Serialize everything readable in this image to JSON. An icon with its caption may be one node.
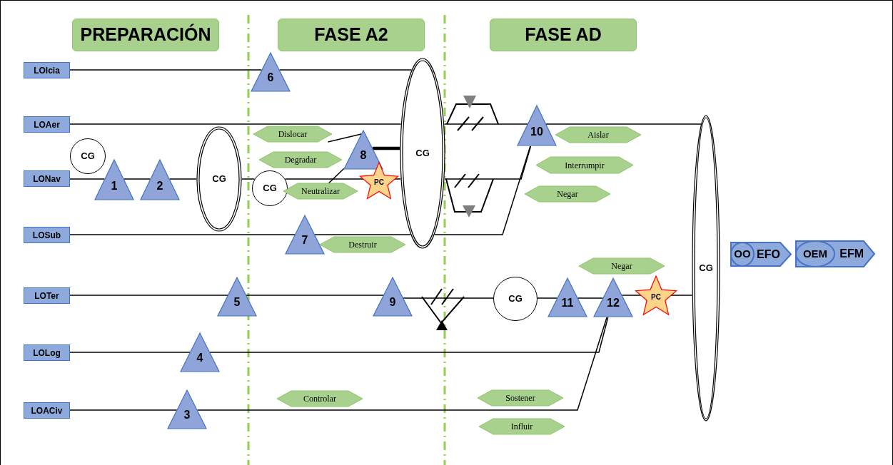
{
  "diagram": {
    "nodes": [
      {
        "text": [
          "PREPARACIÓN"
        ]
      },
      {
        "text": [
          "FASE A2"
        ]
      },
      {
        "text": [
          "FASE AD"
        ]
      },
      {
        "text": [
          "LOIcia"
        ]
      },
      {
        "text": [
          "LOAer"
        ]
      },
      {
        "text": [
          "LONav"
        ]
      },
      {
        "text": [
          "LOSub"
        ]
      },
      {
        "text": [
          "LOTer"
        ]
      },
      {
        "text": [
          "LOLog"
        ]
      },
      {
        "text": [
          "LOACiv"
        ]
      },
      {
        "text": [
          "CG"
        ]
      },
      {
        "text": [
          "1"
        ]
      },
      {
        "text": [
          "2"
        ]
      },
      {
        "text": [
          "CG"
        ]
      },
      {
        "text": [
          "6"
        ]
      },
      {
        "text": [
          "Dislocar"
        ]
      },
      {
        "text": [
          "Degradar"
        ]
      },
      {
        "text": [
          "8"
        ]
      },
      {
        "text": [
          "CG"
        ]
      },
      {
        "text": [
          "Neutralizar"
        ]
      },
      {
        "text": [
          "PC"
        ]
      },
      {
        "text": [
          "CG"
        ]
      },
      {
        "text": [
          "7"
        ]
      },
      {
        "text": [
          "Destruir"
        ]
      },
      {
        "text": [
          "10"
        ]
      },
      {
        "text": [
          "Aislar"
        ]
      },
      {
        "text": [
          "Interrumpir"
        ]
      },
      {
        "text": [
          "Negar"
        ]
      },
      {
        "text": [
          "CG"
        ]
      },
      {
        "text": [
          "EFO"
        ]
      },
      {
        "text": [
          "OO"
        ],
        "in": 29
      },
      {
        "text": [
          "EFM"
        ]
      },
      {
        "text": [
          "OEM"
        ],
        "in": 31
      },
      {
        "text": [
          "Negar"
        ]
      },
      {
        "text": [
          "5"
        ]
      },
      {
        "text": [
          "9"
        ]
      },
      {
        "text": [
          "CG"
        ]
      },
      {
        "text": [
          "11"
        ]
      },
      {
        "text": [
          "12"
        ]
      },
      {
        "text": [
          "PC"
        ]
      },
      {
        "text": [
          "4"
        ]
      },
      {
        "text": [
          "Controlar"
        ]
      },
      {
        "text": [
          "Sostener"
        ]
      },
      {
        "text": [
          "Influir"
        ]
      },
      {
        "text": [
          "3"
        ]
      }
    ],
    "edges": [
      {
        "from": 3,
        "to": 14,
        "arrow": "none"
      },
      {
        "from": 14,
        "to": 21,
        "arrow": "none"
      },
      {
        "from": 4,
        "to": 21,
        "arrow": "none"
      },
      {
        "from": 5,
        "to": 11,
        "arrow": "none"
      },
      {
        "from": 11,
        "to": 12,
        "arrow": "none"
      },
      {
        "from": 12,
        "to": 13,
        "arrow": "none"
      },
      {
        "from": 13,
        "to": 18,
        "arrow": "none"
      },
      {
        "from": 18,
        "to": 20,
        "arrow": "none"
      },
      {
        "from": 20,
        "to": 21,
        "arrow": "none"
      },
      {
        "from": 15,
        "to": 17,
        "arrow": "none"
      },
      {
        "from": 17,
        "to": 19,
        "arrow": "none"
      },
      {
        "from": 17,
        "to": 21,
        "arrow": "none",
        "style": "thick"
      },
      {
        "from": 6,
        "to": 22,
        "arrow": "none"
      },
      {
        "from": 22,
        "to": 21,
        "arrow": "none"
      },
      {
        "from": 21,
        "to": 24,
        "arrow": "none"
      },
      {
        "from": 24,
        "to": 28,
        "arrow": "none"
      },
      {
        "from": 21,
        "to": 24,
        "arrow": "none"
      },
      {
        "from": 21,
        "to": 24,
        "arrow": "none"
      },
      {
        "from": 7,
        "to": 34,
        "arrow": "none"
      },
      {
        "from": 34,
        "to": 35,
        "arrow": "none"
      },
      {
        "from": 35,
        "to": 36,
        "arrow": "none"
      },
      {
        "from": 36,
        "to": 37,
        "arrow": "none"
      },
      {
        "from": 37,
        "to": 38,
        "arrow": "none"
      },
      {
        "from": 38,
        "to": 39,
        "arrow": "none"
      },
      {
        "from": 39,
        "to": 28,
        "arrow": "none"
      },
      {
        "from": 8,
        "to": 40,
        "arrow": "none"
      },
      {
        "from": 40,
        "to": 38,
        "arrow": "none"
      },
      {
        "from": 9,
        "to": 44,
        "arrow": "none"
      },
      {
        "from": 44,
        "to": 38,
        "arrow": "none"
      }
    ]
  }
}
